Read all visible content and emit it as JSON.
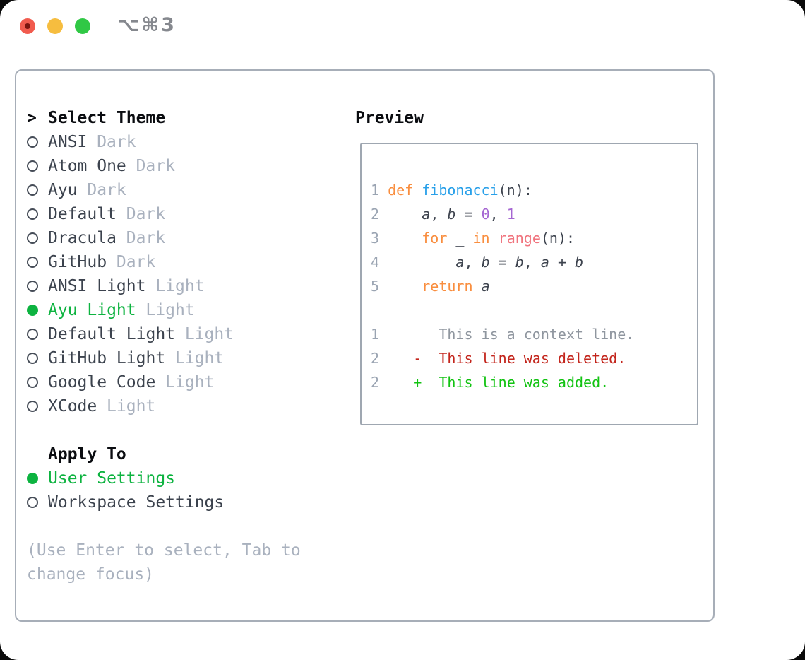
{
  "window": {
    "shortcut_label": "⌥⌘3",
    "traffic_lights": [
      {
        "name": "close"
      },
      {
        "name": "minimize"
      },
      {
        "name": "zoom"
      }
    ]
  },
  "theme_selector": {
    "prompt": ">",
    "title": "Select Theme",
    "themes": [
      {
        "name": "ANSI",
        "tag": "Dark",
        "selected": false
      },
      {
        "name": "Atom One",
        "tag": "Dark",
        "selected": false
      },
      {
        "name": "Ayu",
        "tag": "Dark",
        "selected": false
      },
      {
        "name": "Default",
        "tag": "Dark",
        "selected": false
      },
      {
        "name": "Dracula",
        "tag": "Dark",
        "selected": false
      },
      {
        "name": "GitHub",
        "tag": "Dark",
        "selected": false
      },
      {
        "name": "ANSI Light",
        "tag": "Light",
        "selected": false
      },
      {
        "name": "Ayu Light",
        "tag": "Light",
        "selected": true
      },
      {
        "name": "Default Light",
        "tag": "Light",
        "selected": false
      },
      {
        "name": "GitHub Light",
        "tag": "Light",
        "selected": false
      },
      {
        "name": "Google Code",
        "tag": "Light",
        "selected": false
      },
      {
        "name": "XCode",
        "tag": "Light",
        "selected": false
      }
    ]
  },
  "apply_to": {
    "title": "Apply To",
    "options": [
      {
        "label": "User Settings",
        "selected": true
      },
      {
        "label": "Workspace Settings",
        "selected": false
      }
    ]
  },
  "hints": [
    "(Use Enter to select, Tab to",
    "change focus)"
  ],
  "preview": {
    "title": "Preview",
    "lines": [
      [
        {
          "t": "1",
          "c": "lnum"
        },
        {
          "t": " ",
          "c": "plain"
        },
        {
          "t": "def ",
          "c": "keyword"
        },
        {
          "t": "fibonacci",
          "c": "function"
        },
        {
          "t": "(n):",
          "c": "plain"
        }
      ],
      [
        {
          "t": "2",
          "c": "lnum"
        },
        {
          "t": "     ",
          "c": "plain"
        },
        {
          "t": "a",
          "c": "variable"
        },
        {
          "t": ", ",
          "c": "plain"
        },
        {
          "t": "b",
          "c": "variable"
        },
        {
          "t": " = ",
          "c": "plain"
        },
        {
          "t": "0",
          "c": "number"
        },
        {
          "t": ", ",
          "c": "plain"
        },
        {
          "t": "1",
          "c": "number"
        }
      ],
      [
        {
          "t": "3",
          "c": "lnum"
        },
        {
          "t": "     ",
          "c": "plain"
        },
        {
          "t": "for",
          "c": "keyword"
        },
        {
          "t": " _ ",
          "c": "plain"
        },
        {
          "t": "in",
          "c": "keyword"
        },
        {
          "t": " ",
          "c": "plain"
        },
        {
          "t": "range",
          "c": "call"
        },
        {
          "t": "(n):",
          "c": "plain"
        }
      ],
      [
        {
          "t": "4",
          "c": "lnum"
        },
        {
          "t": "         ",
          "c": "plain"
        },
        {
          "t": "a",
          "c": "variable"
        },
        {
          "t": ", ",
          "c": "plain"
        },
        {
          "t": "b",
          "c": "variable"
        },
        {
          "t": " = ",
          "c": "plain"
        },
        {
          "t": "b",
          "c": "variable"
        },
        {
          "t": ", ",
          "c": "plain"
        },
        {
          "t": "a",
          "c": "variable"
        },
        {
          "t": " + ",
          "c": "plain"
        },
        {
          "t": "b",
          "c": "variable"
        }
      ],
      [
        {
          "t": "5",
          "c": "lnum"
        },
        {
          "t": "     ",
          "c": "plain"
        },
        {
          "t": "return",
          "c": "keyword"
        },
        {
          "t": " ",
          "c": "plain"
        },
        {
          "t": "a",
          "c": "variable"
        }
      ],
      [],
      [
        {
          "t": "1",
          "c": "lnum"
        },
        {
          "t": "       ",
          "c": "plain"
        },
        {
          "t": "This is a context line.",
          "c": "context"
        }
      ],
      [
        {
          "t": "2",
          "c": "lnum"
        },
        {
          "t": "    ",
          "c": "plain"
        },
        {
          "t": "-",
          "c": "deleted"
        },
        {
          "t": "  ",
          "c": "plain"
        },
        {
          "t": "This line was deleted.",
          "c": "deleted"
        }
      ],
      [
        {
          "t": "2",
          "c": "lnum"
        },
        {
          "t": "    ",
          "c": "plain"
        },
        {
          "t": "+",
          "c": "added"
        },
        {
          "t": "  ",
          "c": "plain"
        },
        {
          "t": "This line was added.",
          "c": "added"
        }
      ]
    ]
  },
  "colors": {
    "accent_green": "#0db340",
    "text_dark": "#3b424d",
    "text_muted": "#a9b1be",
    "header_black": "#0a0c10",
    "border_gray": "#a7aeb8",
    "syntax_keyword_orange": "#f98e3f",
    "syntax_function_blue": "#29a0e9",
    "syntax_number_purple": "#a566d2",
    "syntax_call_coral": "#f0747e",
    "diff_deleted_red": "#c3251c",
    "diff_added_green": "#12c312",
    "diff_context_gray": "#8f969f",
    "line_number_gray": "#9aa4b2",
    "traffic_red": "#f15b4e",
    "traffic_yellow": "#f6bd3f",
    "traffic_green": "#30c845",
    "shortcut_gray": "#85888e"
  }
}
